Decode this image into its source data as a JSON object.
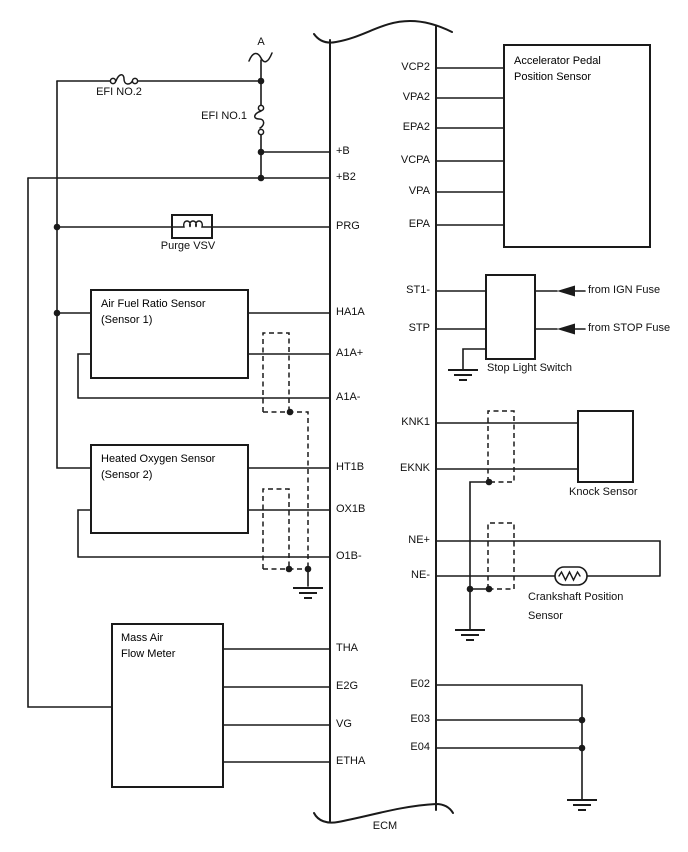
{
  "ecm": {
    "label": "ECM"
  },
  "connector_a": {
    "label": "A"
  },
  "fuses": {
    "efi2": {
      "label": "EFI NO.2"
    },
    "efi1": {
      "label": "EFI NO.1"
    }
  },
  "pins": {
    "left": [
      {
        "label": "+B"
      },
      {
        "label": "+B2"
      },
      {
        "label": "PRG"
      },
      {
        "label": "HA1A"
      },
      {
        "label": "A1A+"
      },
      {
        "label": "A1A-"
      },
      {
        "label": "HT1B"
      },
      {
        "label": "OX1B"
      },
      {
        "label": "O1B-"
      },
      {
        "label": "THA"
      },
      {
        "label": "E2G"
      },
      {
        "label": "VG"
      },
      {
        "label": "ETHA"
      }
    ],
    "right": [
      {
        "label": "VCP2"
      },
      {
        "label": "VPA2"
      },
      {
        "label": "EPA2"
      },
      {
        "label": "VCPA"
      },
      {
        "label": "VPA"
      },
      {
        "label": "EPA"
      },
      {
        "label": "ST1-"
      },
      {
        "label": "STP"
      },
      {
        "label": "KNK1"
      },
      {
        "label": "EKNK"
      },
      {
        "label": "NE+"
      },
      {
        "label": "NE-"
      },
      {
        "label": "E02"
      },
      {
        "label": "E03"
      },
      {
        "label": "E04"
      }
    ]
  },
  "components": {
    "accelerator_pedal_position_sensor": {
      "line1": "Accelerator Pedal",
      "line2": "Position Sensor"
    },
    "air_fuel_ratio_sensor": {
      "line1": "Air Fuel Ratio Sensor",
      "line2": "(Sensor 1)"
    },
    "heated_oxygen_sensor": {
      "line1": "Heated Oxygen Sensor",
      "line2": "(Sensor 2)"
    },
    "mass_air_flow_meter": {
      "line1": "Mass Air",
      "line2": "Flow Meter"
    },
    "purge_vsv": {
      "label": "Purge VSV"
    },
    "stop_light_switch": {
      "label": "Stop Light Switch"
    },
    "knock_sensor": {
      "label": "Knock Sensor"
    },
    "crankshaft_position_sensor": {
      "line1": "Crankshaft Position",
      "line2": "Sensor"
    }
  },
  "annotations": {
    "from_ign_fuse": "from IGN Fuse",
    "from_stop_fuse": "from STOP Fuse"
  },
  "colors": {
    "line": "#1a1a1a",
    "text": "#111111",
    "background": "#ffffff"
  }
}
